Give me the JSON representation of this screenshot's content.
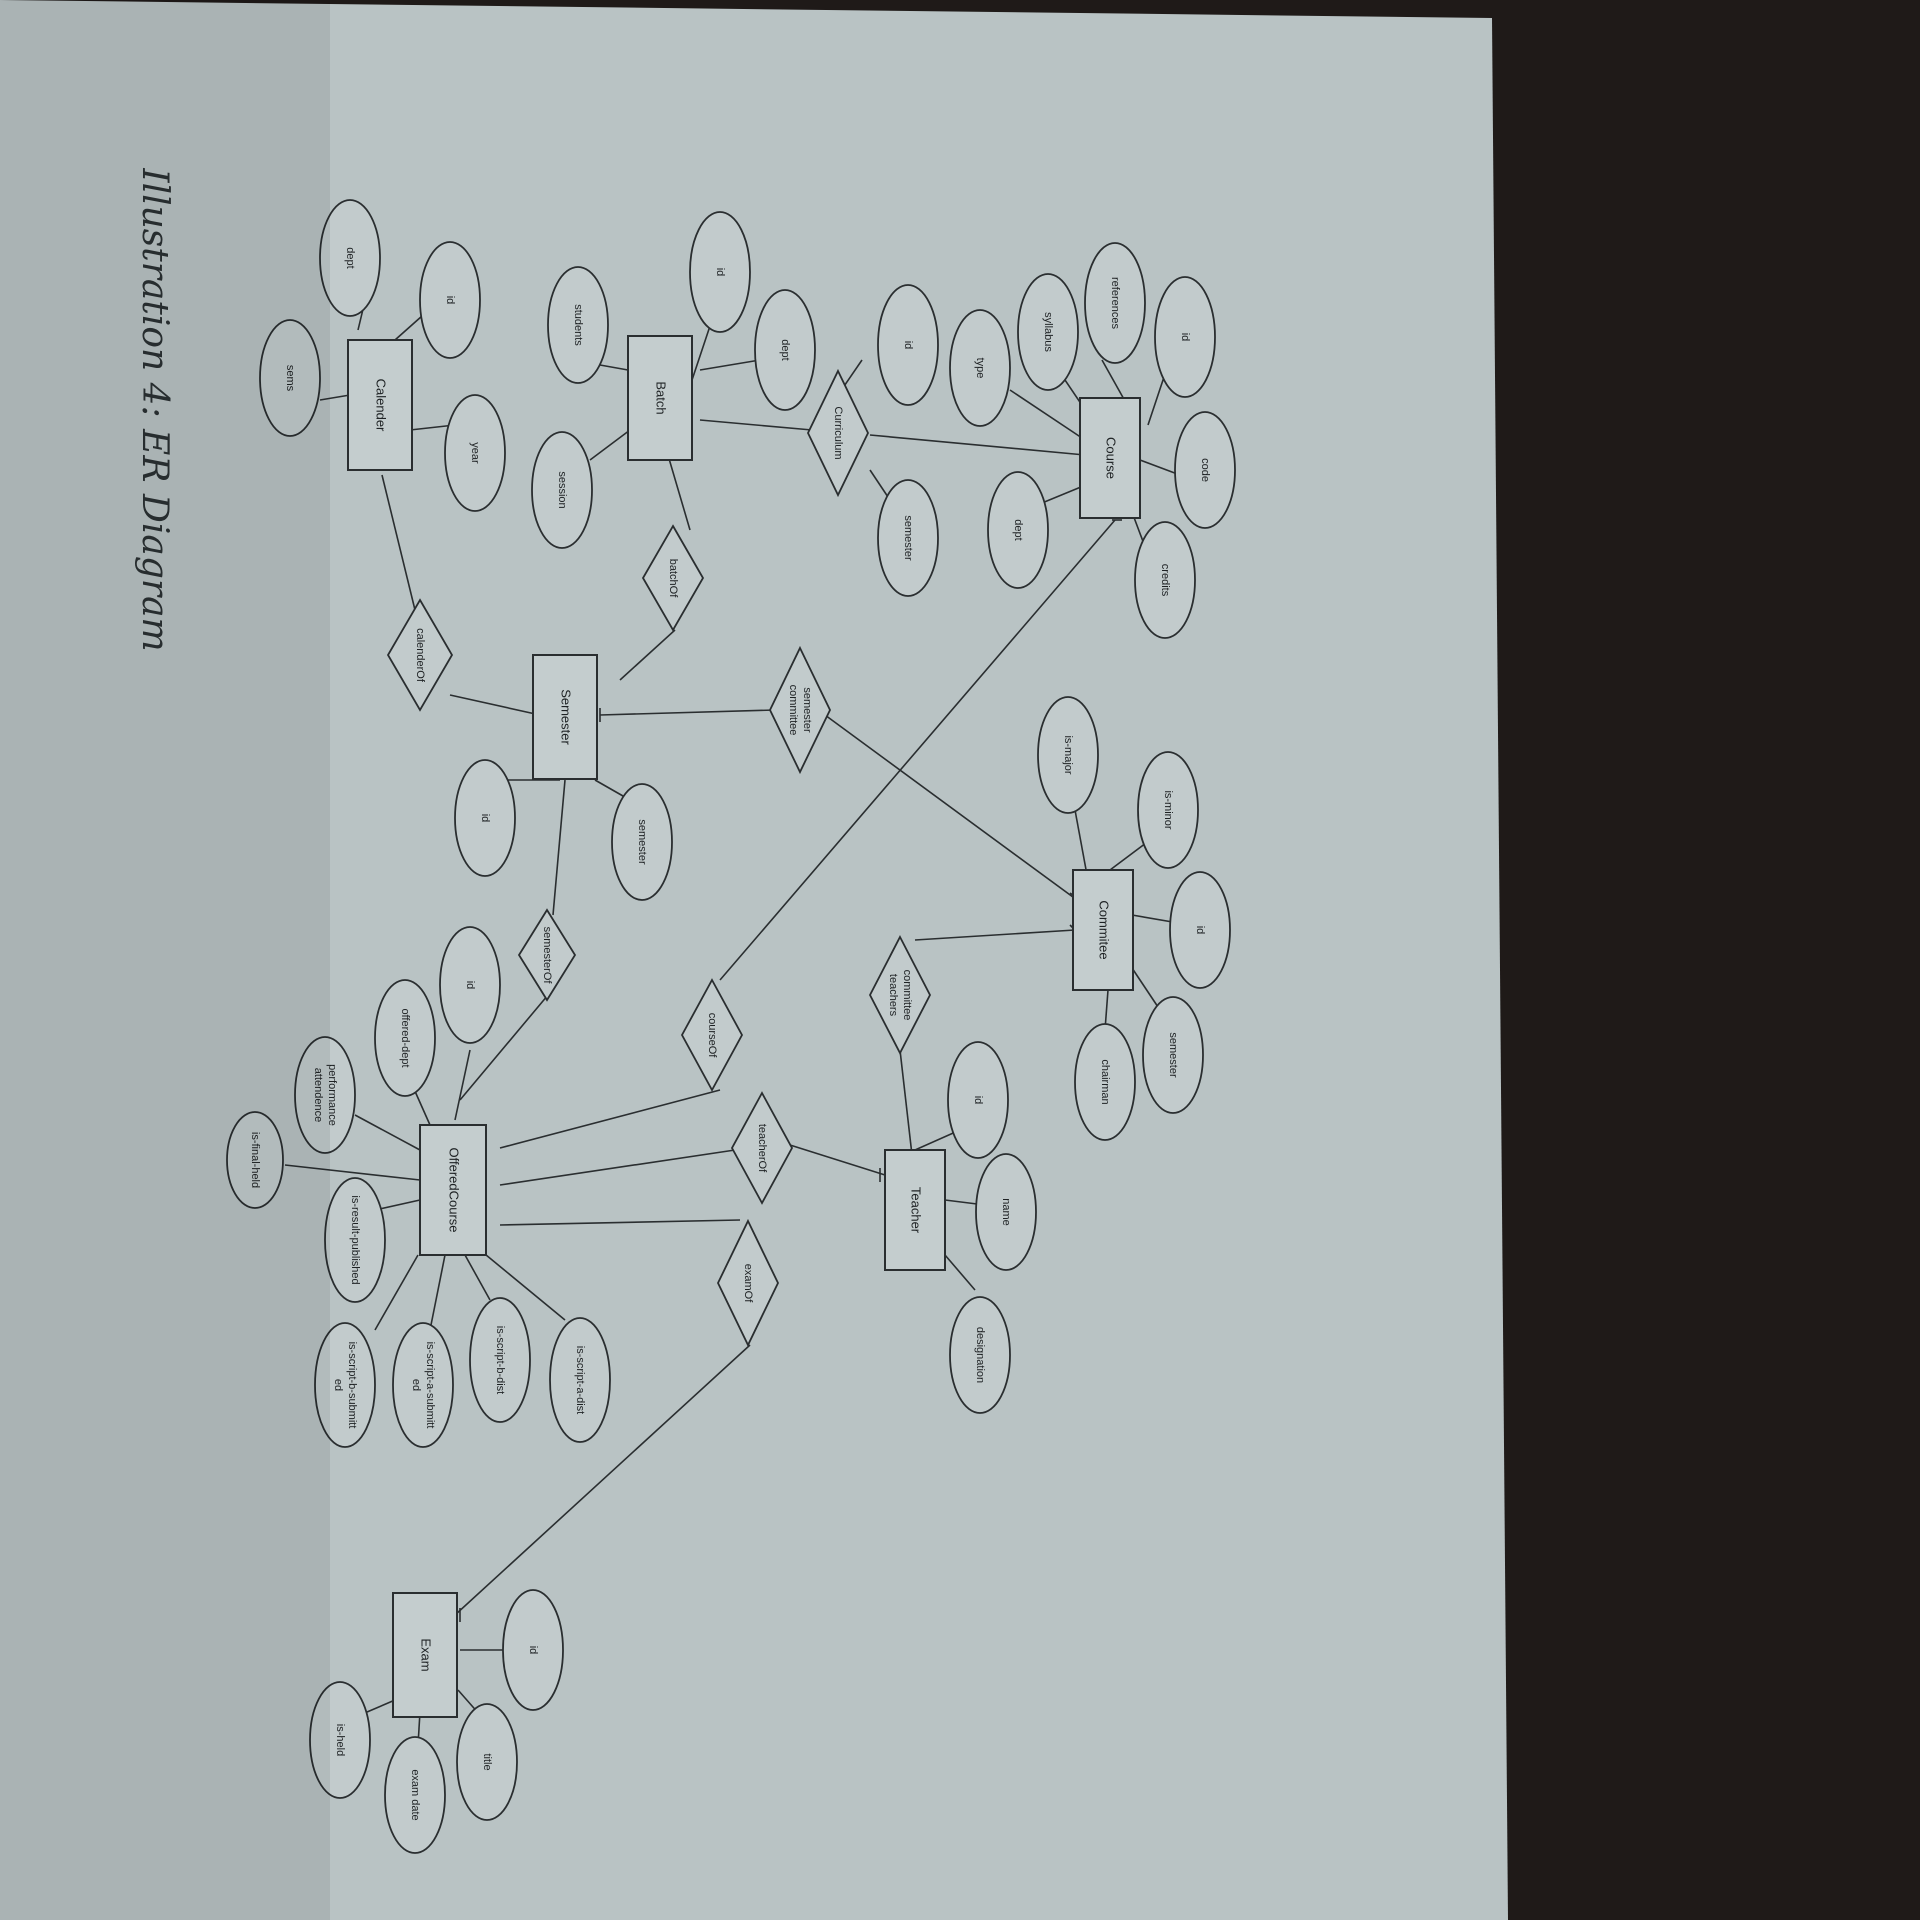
{
  "caption": "Illustration 4: ER Diagram",
  "colors": {
    "paper": "#b9c3c4",
    "background": "#1f1a18",
    "ink": "#2a2e30"
  },
  "entities": {
    "course": "Course",
    "batch": "Batch",
    "calender": "Calender",
    "semester": "Semester",
    "committee": "Commitee",
    "teacher": "Teacher",
    "offered_course": "OfferedCourse",
    "exam": "Exam"
  },
  "relationships": {
    "curriculum": "Curriculum",
    "batch_of": "batchOf",
    "calender_of": "calenderOf",
    "semester_committee": [
      "semester",
      "committee"
    ],
    "semester_of": "semesterOf",
    "course_of": "courseOf",
    "committee_teachers": [
      "committee",
      "teachers"
    ],
    "teacher_of": "teacherOf",
    "exam_of": "examOf"
  },
  "attributes": {
    "course": {
      "id": "id",
      "references": "references",
      "syllabus": "syllabus",
      "type": "type",
      "code": "code",
      "dept": "dept",
      "credits": "credits"
    },
    "curriculum": {
      "id": "id",
      "semester": "semester"
    },
    "batch": {
      "id": "id",
      "dept": "dept",
      "students": "students",
      "session": "session"
    },
    "calender": {
      "id": "id",
      "dept": "dept",
      "year": "year",
      "sems": "sems"
    },
    "semester": {
      "semester": "semester",
      "id": "id"
    },
    "committee": {
      "is_major": "is-major",
      "is_minor": "is-minor",
      "id": "id",
      "semester": "semester",
      "chairman": "chairman"
    },
    "teacher": {
      "id": "id",
      "name": "name",
      "designation": "designation"
    },
    "offered_course": {
      "id": "id",
      "offered_dept": "offered-dept",
      "performance_attendence": [
        "performance",
        "attendence"
      ],
      "is_final_held": "is-final-held",
      "is_result_published": "is-result-published",
      "is_script_b_submitted": [
        "is-script-b-submitt",
        "ed"
      ],
      "is_script_a_submitted": [
        "is-script-a-submitt",
        "ed"
      ],
      "is_script_b_dist": "is-script-b-dist",
      "is_script_a_dist": "is-script-a-dist"
    },
    "exam": {
      "id": "id",
      "title": "title",
      "exam_date": "exam date",
      "is_held": "is-held"
    }
  }
}
